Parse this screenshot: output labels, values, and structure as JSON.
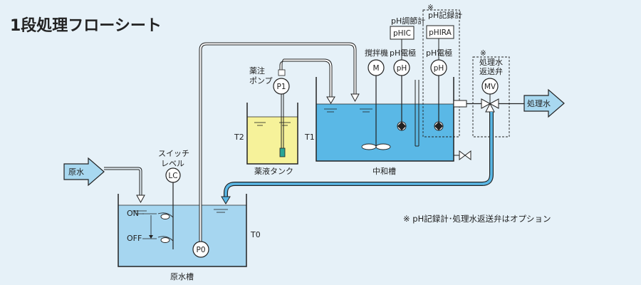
{
  "title": "1段処理フローシート",
  "note": "※ pH記録計･処理水返送弁はオプション",
  "labels": {
    "raw_water_arrow": "原水",
    "treated_water_arrow": "処理水",
    "switch_level_line1": "スイッチ",
    "switch_level_line2": "レベル",
    "lc": "LC",
    "on": "ON",
    "off": "OFF",
    "p0": "P0",
    "t0": "T0",
    "raw_water_tank": "原水槽",
    "chem_pump_line1": "薬注",
    "chem_pump_line2": "ポンプ",
    "p1": "P1",
    "t2": "T2",
    "chem_tank": "薬液タンク",
    "t1": "T1",
    "neutralization_tank": "中和槽",
    "mixer": "撹拌機",
    "m": "M",
    "ph_electrode_1": "pH電極",
    "ph_1": "pH",
    "ph_meter_ctrl_label": "pH調節計",
    "phic": "pHIC",
    "ph_recorder_mark": "※",
    "ph_recorder_label": "pH記録計",
    "phira": "pHIRA",
    "ph_electrode_2": "pH電極",
    "ph_2": "pH",
    "return_valve_mark": "※",
    "return_valve_line1": "処理水",
    "return_valve_line2": "返送弁",
    "mv": "MV"
  },
  "colors": {
    "background": "#e6f1f8",
    "water": "#5ab8e6",
    "water_light": "#a6d6f0",
    "chemical": "#f6f29a",
    "pipe_fill": "#ffffff",
    "line": "#222222",
    "arrow_fill": "#a8d8f0"
  }
}
